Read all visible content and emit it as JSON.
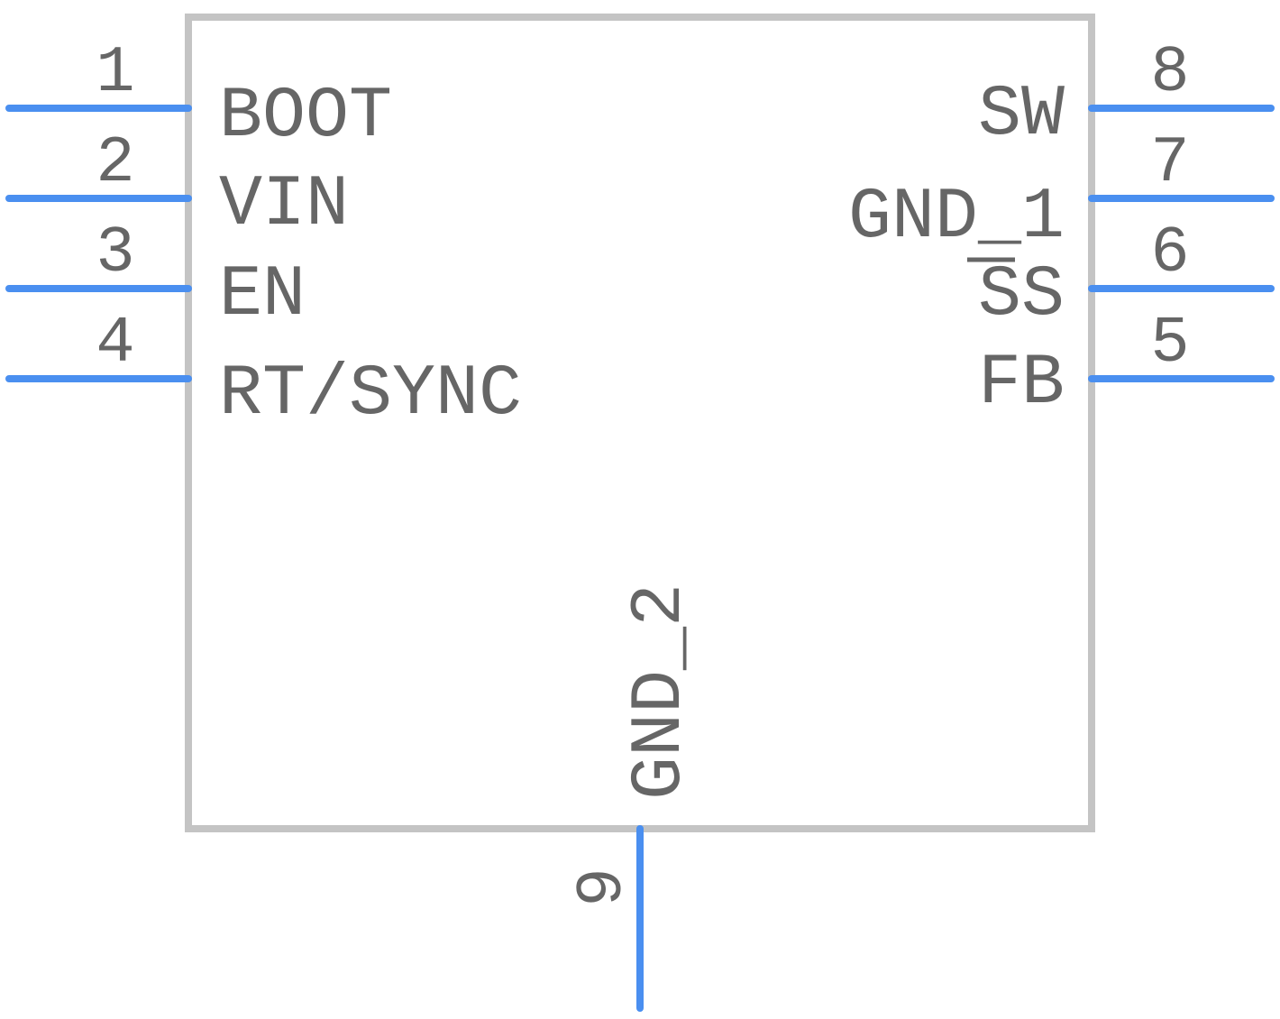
{
  "colors": {
    "pin_line": "#4a8ff0",
    "body_outline": "#c4c4c4",
    "text": "#666666",
    "background": "#ffffff"
  },
  "pins": [
    {
      "number": "1",
      "name": "BOOT"
    },
    {
      "number": "2",
      "name": "VIN"
    },
    {
      "number": "3",
      "name": "EN"
    },
    {
      "number": "4",
      "name": "RT/SYNC"
    },
    {
      "number": "5",
      "name": "FB"
    },
    {
      "number": "6",
      "name": "SS",
      "overbar": true
    },
    {
      "number": "7",
      "name": "GND_1"
    },
    {
      "number": "8",
      "name": "SW"
    },
    {
      "number": "9",
      "name": "GND_2"
    }
  ]
}
